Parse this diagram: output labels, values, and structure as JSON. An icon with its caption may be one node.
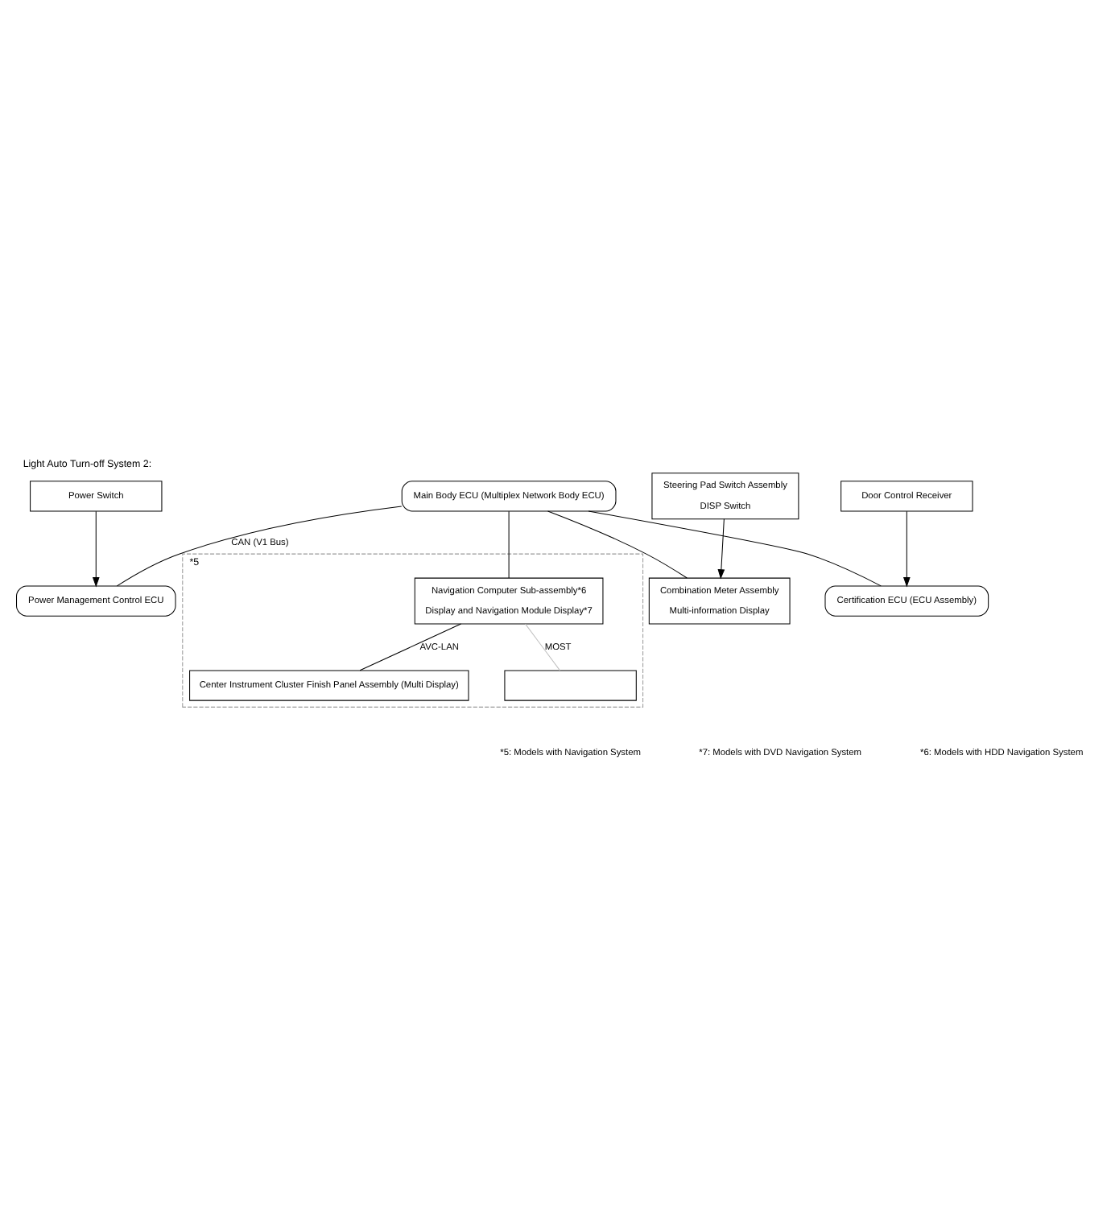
{
  "diagram": {
    "title": "Light Auto Turn-off System 2:",
    "nodes": [
      {
        "text": [
          "Main Body ECU (Multiplex Network Body ECU)"
        ]
      },
      {
        "text": [
          "Power Switch"
        ]
      },
      {
        "text": [
          "Door Control Receiver"
        ]
      },
      {
        "text": [
          "Power Management Control ECU"
        ]
      },
      {
        "text": [
          "Certification ECU (ECU Assembly)"
        ]
      },
      {
        "text": [
          "Combination Meter Assembly",
          "Multi-information Display"
        ]
      },
      {
        "text": [
          "*5"
        ]
      },
      {
        "text": [
          "Navigation Computer Sub-assembly*6",
          "Display and Navigation Module Display*7"
        ],
        "in": 6
      },
      {
        "text": [
          "Center Instrument Cluster Finish Panel Assembly (Multi Display)"
        ],
        "in": 6
      },
      {
        "text": [],
        "shape": "box",
        "in": 6
      },
      {
        "text": [
          "Steering Pad Switch Assembly",
          "DISP Switch"
        ]
      }
    ],
    "edges": [
      {
        "from": 1,
        "to": 3,
        "arrow": "to"
      },
      {
        "from": 2,
        "to": 4,
        "arrow": "to"
      },
      {
        "from": 0,
        "to": 3,
        "arrow": "none",
        "label": "CAN (V1 Bus)"
      },
      {
        "from": 0,
        "to": 4,
        "arrow": "none"
      },
      {
        "from": 0,
        "to": 5,
        "arrow": "none"
      },
      {
        "from": 0,
        "to": 7,
        "arrow": "none"
      },
      {
        "from": 7,
        "to": 8,
        "arrow": "none",
        "label": "AVC-LAN"
      },
      {
        "from": 7,
        "to": 9,
        "arrow": "none",
        "color": "#c0c0c0",
        "label": "MOST"
      },
      {
        "from": 10,
        "to": 5,
        "arrow": "to"
      }
    ],
    "labels": [
      "*5: Models with Navigation System",
      "*7: Models with DVD Navigation System",
      "*6: Models with HDD Navigation System"
    ]
  }
}
